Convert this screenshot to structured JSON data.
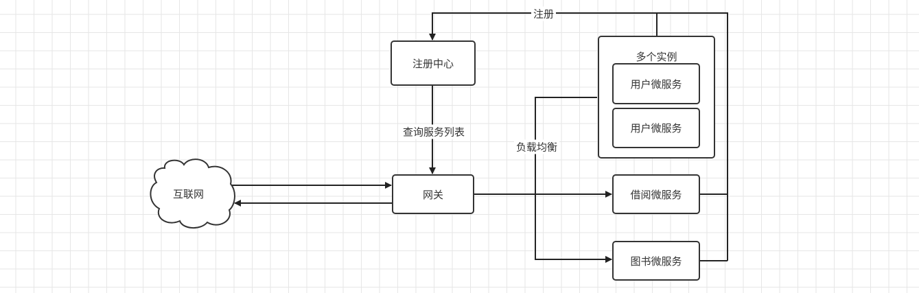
{
  "nodes": {
    "registry": "注册中心",
    "gateway": "网关",
    "internet": "互联网",
    "instances_group": "多个实例",
    "user_service_1": "用户微服务",
    "user_service_2": "用户微服务",
    "borrow_service": "借阅微服务",
    "book_service": "图书微服务"
  },
  "edges": {
    "register": "注册",
    "query_service_list": "查询服务列表",
    "load_balance": "负载均衡"
  }
}
